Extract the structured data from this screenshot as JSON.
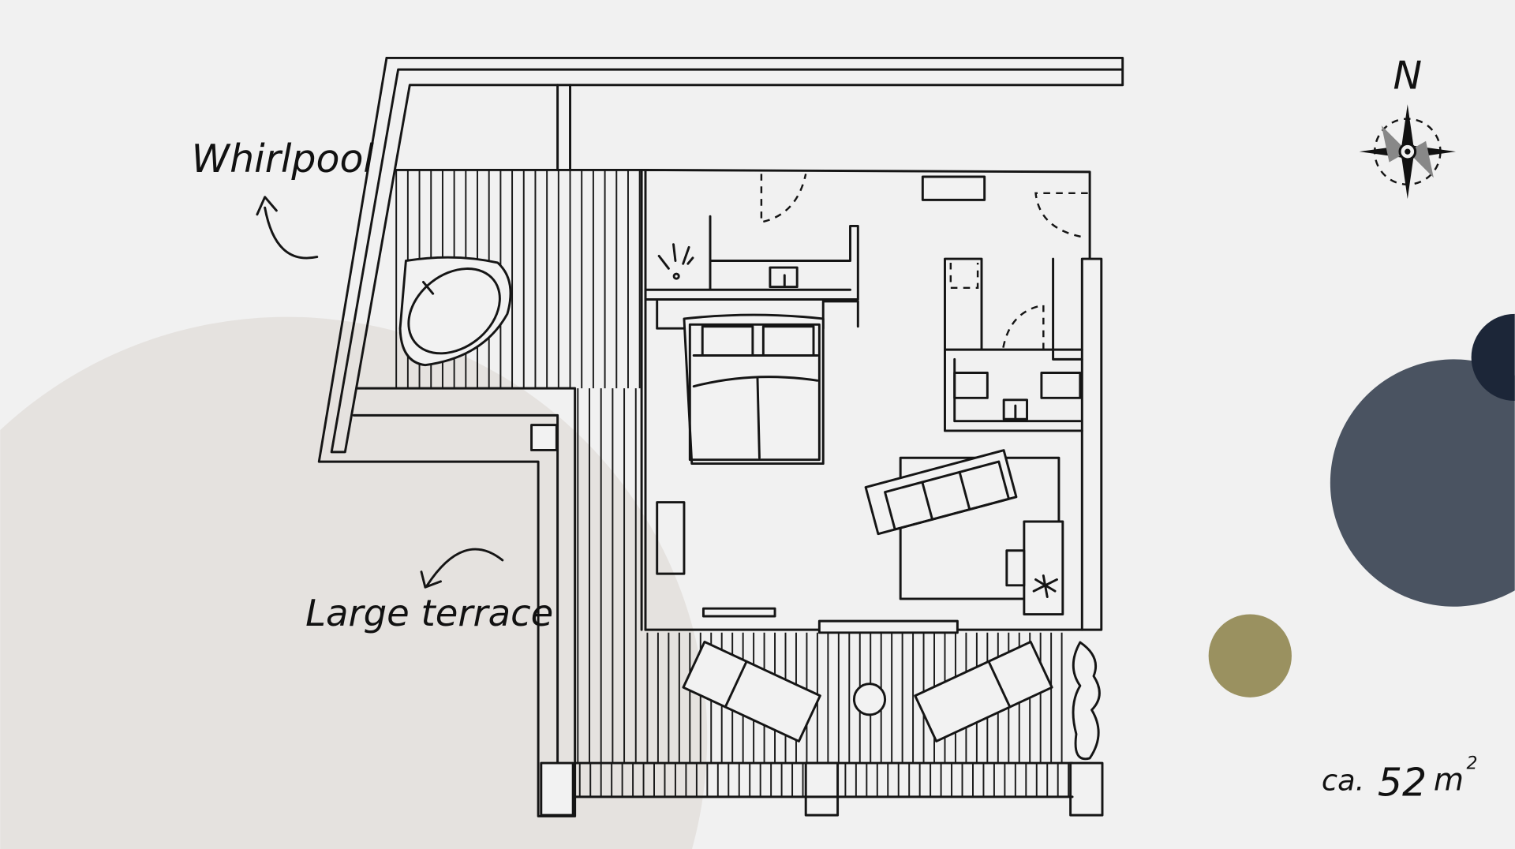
{
  "labels": {
    "whirlpool": "Whirlpool",
    "terrace": "Large terrace",
    "north": "N",
    "area_prefix": "ca.",
    "area_value": "52",
    "area_unit": "m",
    "area_sup": "2"
  },
  "colors": {
    "background": "#f1f1f1",
    "beige_circle": "#e5e2df",
    "slate_circle": "#4a5361",
    "navy_circle": "#1c2638",
    "olive_circle": "#9a9160",
    "line": "#151515"
  }
}
